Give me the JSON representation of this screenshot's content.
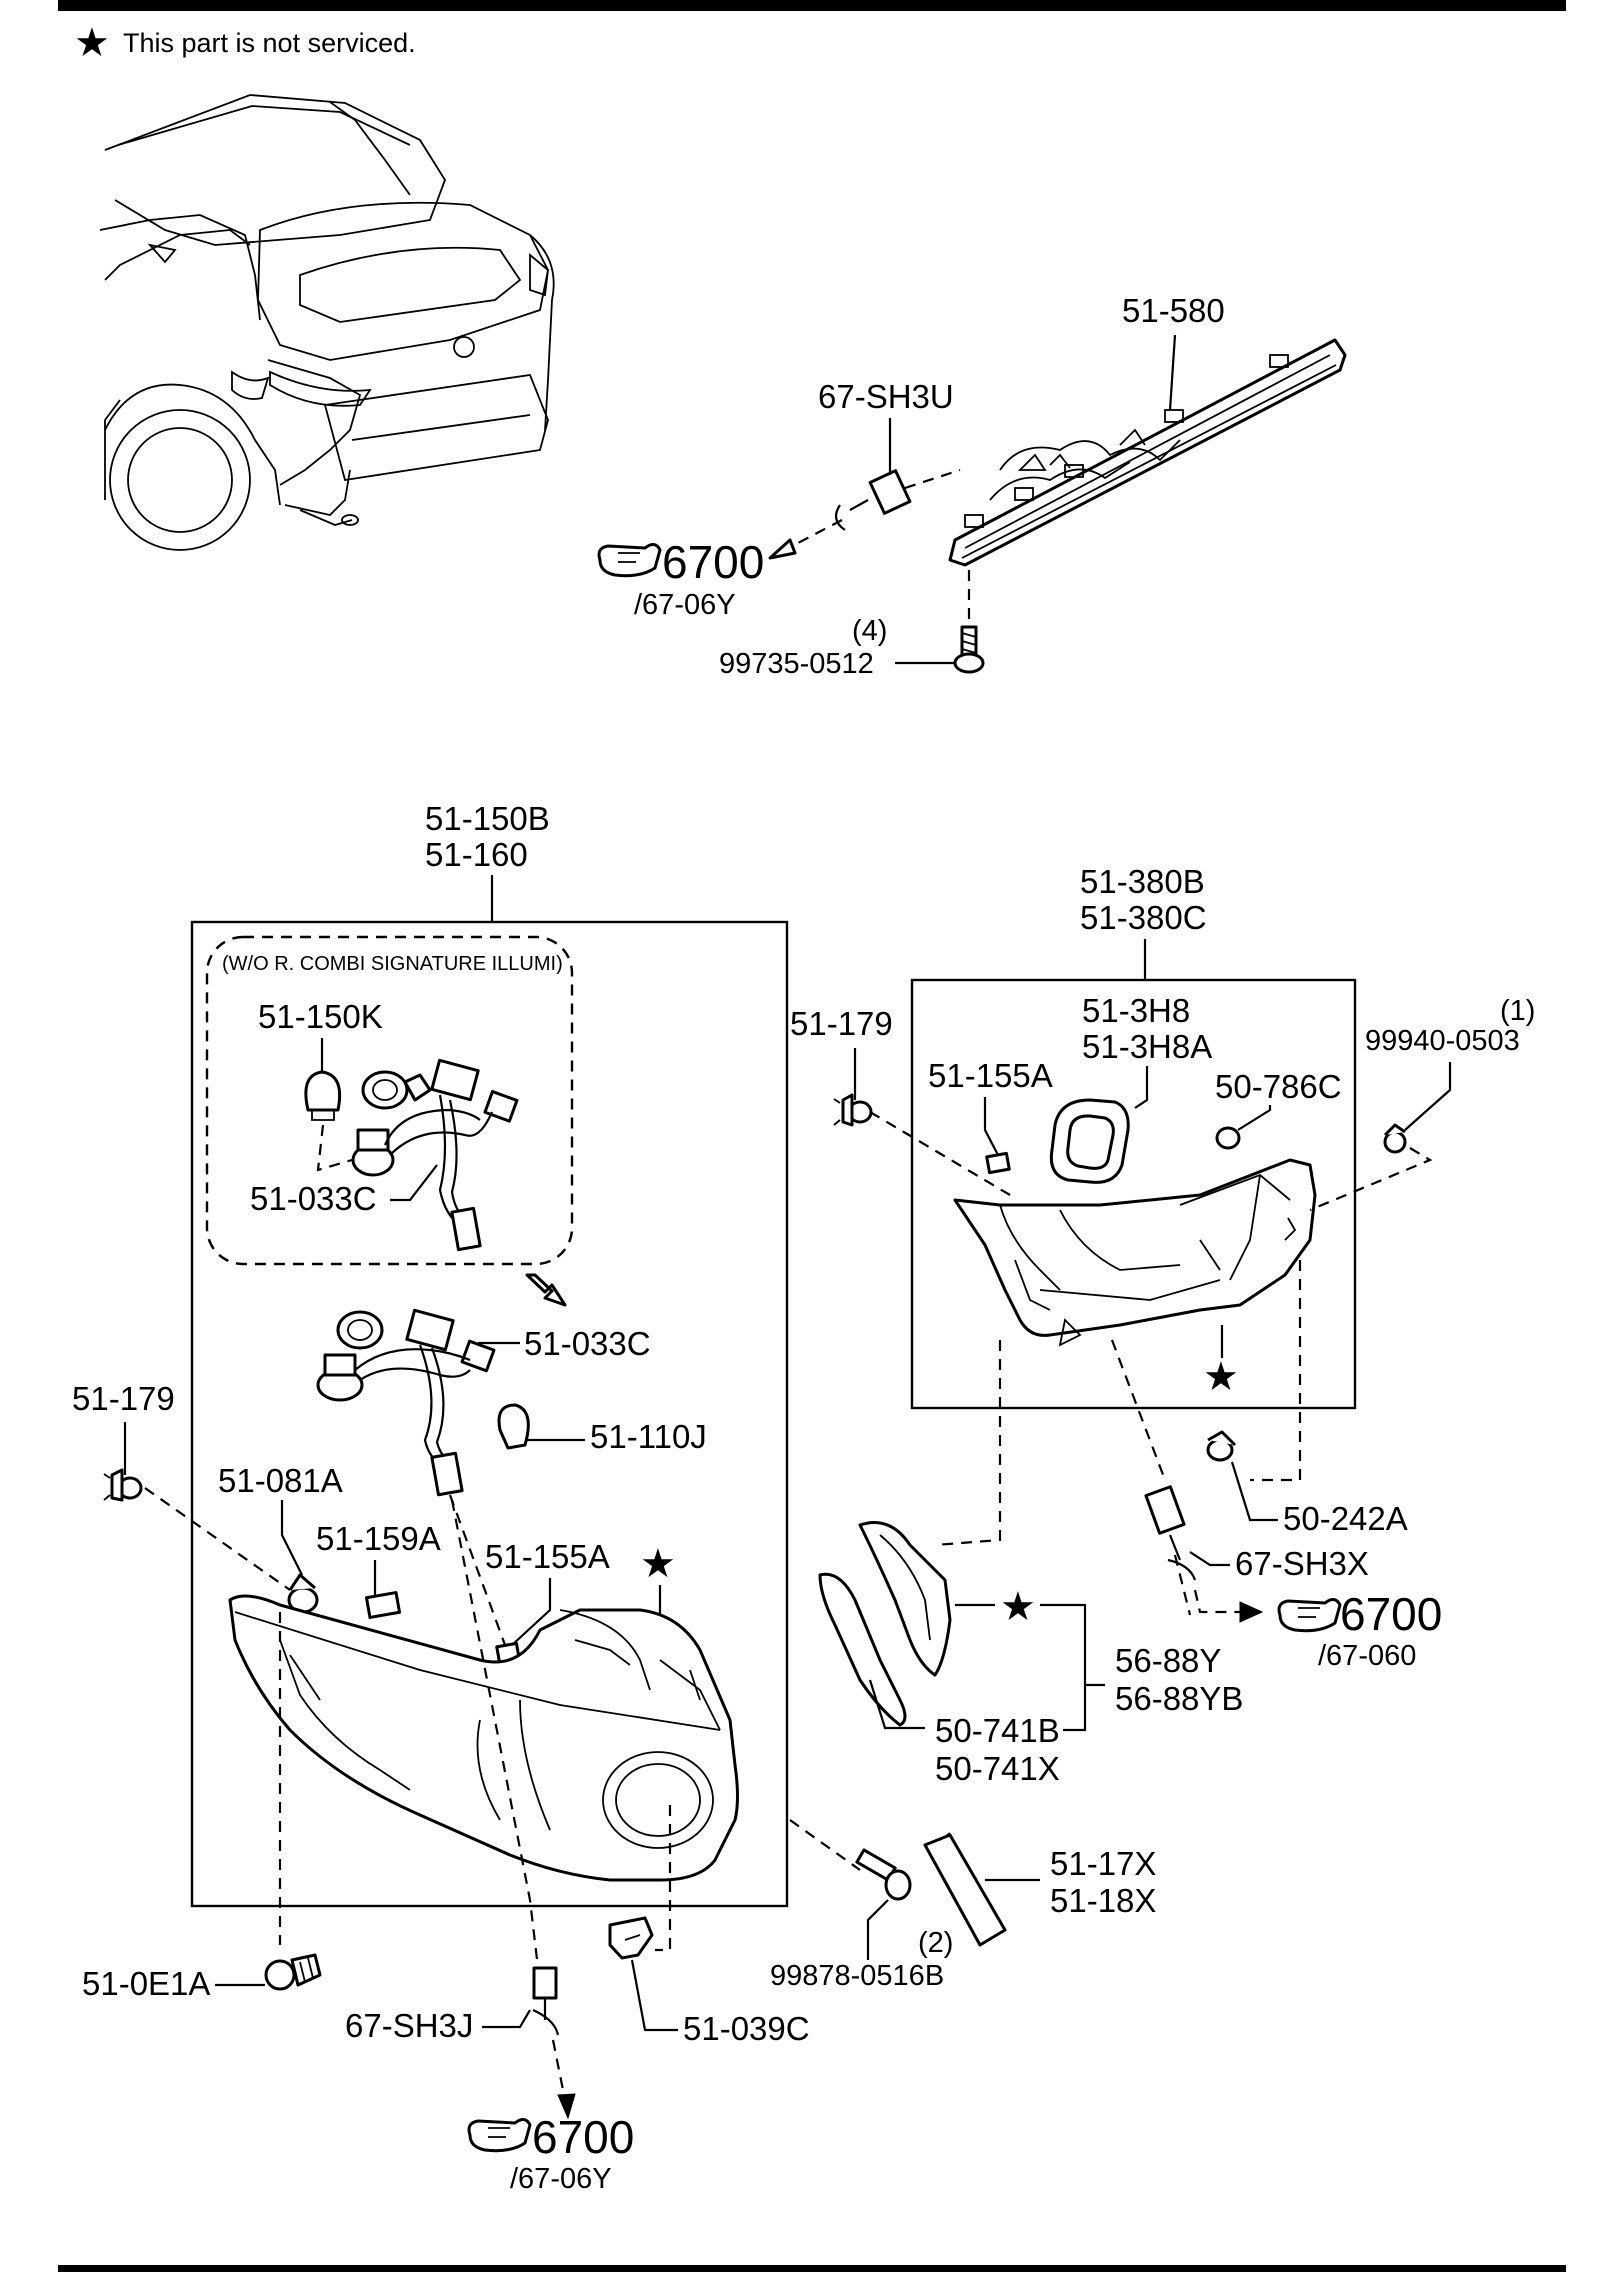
{
  "header": {
    "note_symbol": "★",
    "note_text": "This part is not serviced."
  },
  "labels": {
    "l_51_580": "51-580",
    "l_67_sh3u": "67-SH3U",
    "l_ref_top": "6700",
    "l_ref_top_sub": "/67-06Y",
    "l_qty_4": "(4)",
    "l_99735": "99735-0512",
    "l_51_150b": "51-150B",
    "l_51_160": "51-160",
    "l_inset_title": "(W/O R. COMBI SIGNATURE ILLUMI)",
    "l_51_150k": "51-150K",
    "l_51_033c_a": "51-033C",
    "l_51_033c_b": "51-033C",
    "l_51_110j": "51-110J",
    "l_51_179_left": "51-179",
    "l_51_081a": "51-081A",
    "l_51_159a": "51-159A",
    "l_51_155a_left": "51-155A",
    "l_51_0e1a": "51-0E1A",
    "l_67_sh3j": "67-SH3J",
    "l_51_039c": "51-039C",
    "l_ref_bottom": "6700",
    "l_ref_bottom_sub": "/67-06Y",
    "l_51_380b": "51-380B",
    "l_51_380c": "51-380C",
    "l_51_179_mid": "51-179",
    "l_51_3h8": "51-3H8",
    "l_51_3h8a": "51-3H8A",
    "l_51_155a_right": "51-155A",
    "l_50_786c": "50-786C",
    "l_qty_1": "(1)",
    "l_99940": "99940-0503",
    "l_50_242a": "50-242A",
    "l_67_sh3x": "67-SH3X",
    "l_ref_right": "6700",
    "l_ref_right_sub": "/67-060",
    "l_56_88y": "56-88Y",
    "l_56_88yb": "56-88YB",
    "l_50_741b": "50-741B",
    "l_50_741x": "50-741X",
    "l_51_17x": "51-17X",
    "l_51_18x": "51-18X",
    "l_qty_2": "(2)",
    "l_99878": "99878-0516B"
  },
  "stars": {
    "star_left": "★",
    "star_right": "★",
    "star_side": "★"
  }
}
